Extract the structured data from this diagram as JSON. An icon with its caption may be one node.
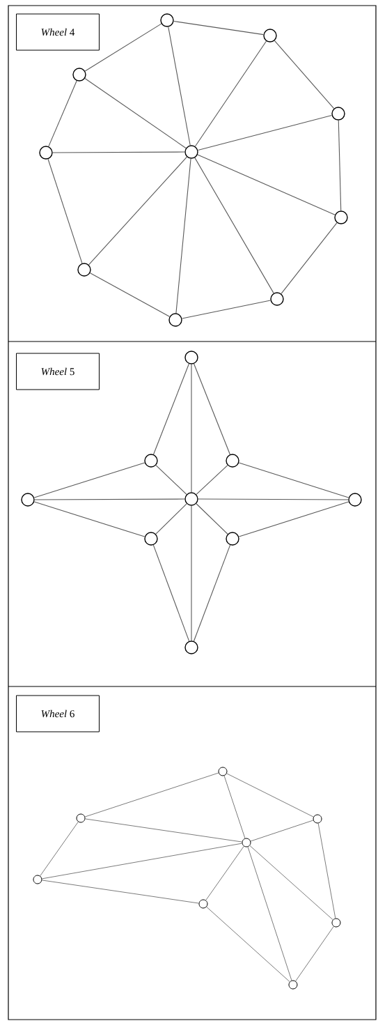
{
  "diagram": {
    "nodes": [
      {
        "text": [
          "*Wheel* 4"
        ]
      },
      {
        "text": [],
        "shape": "circle"
      },
      {
        "text": [],
        "shape": "circle"
      },
      {
        "text": [],
        "shape": "circle"
      },
      {
        "text": [],
        "shape": "circle"
      },
      {
        "text": [],
        "shape": "circle"
      },
      {
        "text": [],
        "shape": "circle"
      },
      {
        "text": [],
        "shape": "circle"
      },
      {
        "text": [],
        "shape": "circle"
      },
      {
        "text": [],
        "shape": "circle"
      },
      {
        "text": [],
        "shape": "circle"
      },
      {
        "text": [
          "*Wheel* 5"
        ]
      },
      {
        "text": [],
        "shape": "circle"
      },
      {
        "text": [],
        "shape": "circle"
      },
      {
        "text": [],
        "shape": "circle"
      },
      {
        "text": [],
        "shape": "circle"
      },
      {
        "text": [],
        "shape": "circle"
      },
      {
        "text": [],
        "shape": "circle"
      },
      {
        "text": [],
        "shape": "circle"
      },
      {
        "text": [],
        "shape": "circle"
      },
      {
        "text": [],
        "shape": "circle"
      },
      {
        "text": [
          "*Wheel* 6"
        ]
      },
      {
        "text": [],
        "shape": "circle"
      },
      {
        "text": [],
        "shape": "circle"
      },
      {
        "text": [],
        "shape": "circle"
      },
      {
        "text": [],
        "shape": "circle"
      },
      {
        "text": [],
        "shape": "circle"
      },
      {
        "text": [],
        "shape": "circle"
      },
      {
        "text": [],
        "shape": "circle"
      },
      {
        "text": [],
        "shape": "circle"
      }
    ],
    "edges": [
      {
        "from": 2,
        "to": 3,
        "arrow": "none"
      },
      {
        "from": 3,
        "to": 4,
        "arrow": "none"
      },
      {
        "from": 4,
        "to": 5,
        "arrow": "none"
      },
      {
        "from": 5,
        "to": 6,
        "arrow": "none"
      },
      {
        "from": 6,
        "to": 7,
        "arrow": "none"
      },
      {
        "from": 7,
        "to": 8,
        "arrow": "none"
      },
      {
        "from": 8,
        "to": 9,
        "arrow": "none"
      },
      {
        "from": 9,
        "to": 10,
        "arrow": "none"
      },
      {
        "from": 10,
        "to": 2,
        "arrow": "none"
      },
      {
        "from": 1,
        "to": 2,
        "arrow": "none"
      },
      {
        "from": 1,
        "to": 3,
        "arrow": "none"
      },
      {
        "from": 1,
        "to": 4,
        "arrow": "none"
      },
      {
        "from": 1,
        "to": 5,
        "arrow": "none"
      },
      {
        "from": 1,
        "to": 6,
        "arrow": "none"
      },
      {
        "from": 1,
        "to": 7,
        "arrow": "none"
      },
      {
        "from": 1,
        "to": 8,
        "arrow": "none"
      },
      {
        "from": 1,
        "to": 9,
        "arrow": "none"
      },
      {
        "from": 1,
        "to": 10,
        "arrow": "none"
      },
      {
        "from": 13,
        "to": 14,
        "arrow": "none"
      },
      {
        "from": 13,
        "to": 15,
        "arrow": "none"
      },
      {
        "from": 14,
        "to": 16,
        "arrow": "none"
      },
      {
        "from": 15,
        "to": 17,
        "arrow": "none"
      },
      {
        "from": 16,
        "to": 18,
        "arrow": "none"
      },
      {
        "from": 17,
        "to": 19,
        "arrow": "none"
      },
      {
        "from": 18,
        "to": 20,
        "arrow": "none"
      },
      {
        "from": 19,
        "to": 20,
        "arrow": "none"
      },
      {
        "from": 12,
        "to": 13,
        "arrow": "none"
      },
      {
        "from": 12,
        "to": 14,
        "arrow": "none"
      },
      {
        "from": 12,
        "to": 15,
        "arrow": "none"
      },
      {
        "from": 12,
        "to": 16,
        "arrow": "none"
      },
      {
        "from": 12,
        "to": 17,
        "arrow": "none"
      },
      {
        "from": 12,
        "to": 18,
        "arrow": "none"
      },
      {
        "from": 12,
        "to": 19,
        "arrow": "none"
      },
      {
        "from": 12,
        "to": 20,
        "arrow": "none"
      },
      {
        "from": 22,
        "to": 24,
        "arrow": "none"
      },
      {
        "from": 24,
        "to": 28,
        "arrow": "none"
      },
      {
        "from": 28,
        "to": 29,
        "arrow": "none"
      },
      {
        "from": 29,
        "to": 27,
        "arrow": "none"
      },
      {
        "from": 27,
        "to": 26,
        "arrow": "none"
      },
      {
        "from": 26,
        "to": 23,
        "arrow": "none"
      },
      {
        "from": 23,
        "to": 22,
        "arrow": "none"
      },
      {
        "from": 25,
        "to": 22,
        "arrow": "none"
      },
      {
        "from": 25,
        "to": 23,
        "arrow": "none"
      },
      {
        "from": 25,
        "to": 24,
        "arrow": "none"
      },
      {
        "from": 25,
        "to": 26,
        "arrow": "none"
      },
      {
        "from": 25,
        "to": 27,
        "arrow": "none"
      },
      {
        "from": 25,
        "to": 28,
        "arrow": "none"
      },
      {
        "from": 25,
        "to": 29,
        "arrow": "none"
      }
    ]
  }
}
